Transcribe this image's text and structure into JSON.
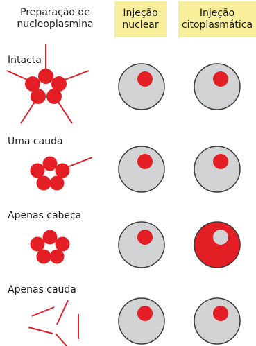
{
  "header": {
    "preparation": "Preparação de nucleoplasmina",
    "nuclear": "Injeção nuclear",
    "cytoplasmic": "Injeção citoplasmática"
  },
  "rows": [
    {
      "label": "Intacta",
      "nuclear": "nucleus",
      "cytoplasmic": "nucleus"
    },
    {
      "label": "Uma cauda",
      "nuclear": "nucleus",
      "cytoplasmic": "nucleus"
    },
    {
      "label": "Apenas cabeça",
      "nuclear": "nucleus",
      "cytoplasmic": "cytoplasm"
    },
    {
      "label": "Apenas cauda",
      "nuclear": "nucleus",
      "cytoplasmic": "nucleus"
    }
  ],
  "colors": {
    "red": "#e31e24",
    "cell_fill": "#d2d3d5",
    "cell_stroke": "#3a3a3a",
    "header_bg": "#f8ef9c"
  }
}
